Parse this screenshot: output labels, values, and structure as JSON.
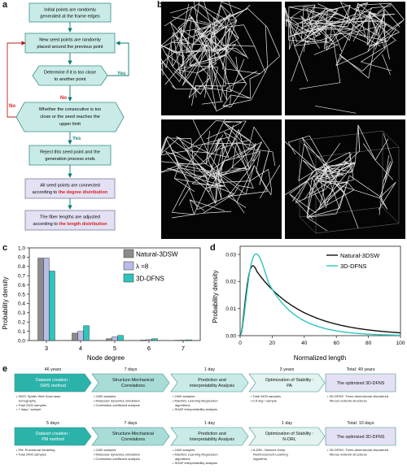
{
  "panels": {
    "a": "a",
    "b": "b",
    "c": "c",
    "d": "d",
    "e": "e"
  },
  "flowchart": {
    "steps": [
      "Initial points are randomly",
      "generated at the frame edges",
      "New seed points are randomly",
      "placed around the previous point",
      "Determine if it is too close",
      "to another point",
      "Whether the consecutive is too",
      "close or the seed reaches the",
      "upper limit",
      "Reject this seed point and the",
      "generation process ends",
      "All seed points are connected",
      "according to ",
      "the degree distribution",
      "The fiber lengths are adjusted",
      "according to ",
      "the length distribution"
    ],
    "yes_label": "Yes",
    "no_label": "No",
    "colors": {
      "box": "#c9ebe7",
      "border": "#3b8f88",
      "purple": "#e3e1f3",
      "red": "#d81d1d",
      "arrow": "#0c7c74",
      "red_line": "#b52020"
    }
  },
  "bar_chart": {
    "chart_data": {
      "type": "bar",
      "categories": [
        "3",
        "4",
        "5",
        "6",
        "7"
      ],
      "series": [
        {
          "name": "Natural-3DSW",
          "color": "#8c8c8c",
          "values": [
            0.89,
            0.08,
            0.02,
            0.005,
            0.003
          ]
        },
        {
          "name": "λ =8",
          "color": "#b8bde6",
          "values": [
            0.89,
            0.1,
            0.04,
            0.01,
            0.004
          ]
        },
        {
          "name": "3D-DFNS",
          "color": "#2ec4bd",
          "values": [
            0.75,
            0.16,
            0.055,
            0.02,
            0.008
          ]
        }
      ],
      "xlabel": "Node degree",
      "ylabel": "Probability density",
      "ylim": [
        0,
        1.0
      ],
      "yticks": [
        "0.0",
        "0.1",
        "0.2",
        "0.3",
        "0.4",
        "0.5",
        "0.6",
        "0.7",
        "0.8",
        "0.9",
        "1.0"
      ]
    }
  },
  "line_chart": {
    "chart_data": {
      "type": "line",
      "series": [
        {
          "name": "Natural-3DSW",
          "color": "#111111",
          "mode": 8,
          "peak": 0.0258,
          "decay": 18
        },
        {
          "name": "3D-DFNS",
          "color": "#2ec4bd",
          "mode": 10,
          "peak": 0.0302,
          "decay": 11
        }
      ],
      "xlabel": "Normalized length",
      "ylabel": "Probability density",
      "xlim": [
        0,
        100
      ],
      "ylim": [
        0,
        0.033
      ],
      "xticks": [
        "0",
        "20",
        "40",
        "60",
        "80",
        "100"
      ],
      "yticks": [
        "0.00",
        "0.01",
        "0.02",
        "0.03"
      ]
    }
  },
  "timeline": {
    "row1": {
      "durations": [
        "46 years",
        "7 days",
        "1 day",
        "3 years",
        "Total: 49 years"
      ],
      "boxes": [
        [
          "Dataset creation :",
          "SWS method"
        ],
        [
          "Structure-Mechanical",
          "Correlations"
        ],
        [
          "Prediction and",
          "Interpretability Analysis"
        ],
        [
          "Optimization of Stability :",
          "PA"
        ],
        [
          "The optimized 3D-DFNS"
        ]
      ],
      "bullets": [
        [
          "• SWS: Spider Web Scan laser",
          "tomography",
          "• Total 2400 samples",
          "• 7 days / sample"
        ],
        [
          "• 2400 samples",
          "• Molecular dynamics simulation",
          "• Correlation coefficient analysis"
        ],
        [
          "• 2400 samples",
          "• Machine Learning Regression",
          "algorithms",
          "• SHAP interpretability analysis"
        ],
        [
          "• Total 2400 samples",
          "• 0.5 day / sample"
        ],
        [
          "• 3D-DFNS: Three-dimensional disordered",
          "fibrous network structures"
        ]
      ]
    },
    "row2": {
      "durations": [
        "5 days",
        "7 days",
        "1 day",
        "1 day",
        "Total: 10 days"
      ],
      "boxes": [
        [
          "Dataset creation :",
          "PM method"
        ],
        [
          "Structure-Mechanical",
          "Correlations"
        ],
        [
          "Prediction and",
          "Interpretability Analysis"
        ],
        [
          "Optimization of Stability :",
          "N-DRL"
        ],
        [
          "The optimized 3D-DFNS"
        ]
      ],
      "bullets": [
        [
          "• PM: Procedural Modeling",
          "• Total 2400 samples"
        ],
        [
          "• 2400 samples",
          "• Molecular dynamics simulation",
          "• Correlation coefficient analysis"
        ],
        [
          "• 2400 samples",
          "• Machine Learning Regression",
          "algorithms",
          "• SHAP interpretability analysis"
        ],
        [
          "• N-DRL: Network Deep",
          "Reinforcement Learning",
          "Algorithm"
        ],
        [
          "• 3D-DFNS: Three-dimensional disordered",
          "fibrous network structures"
        ]
      ]
    }
  }
}
